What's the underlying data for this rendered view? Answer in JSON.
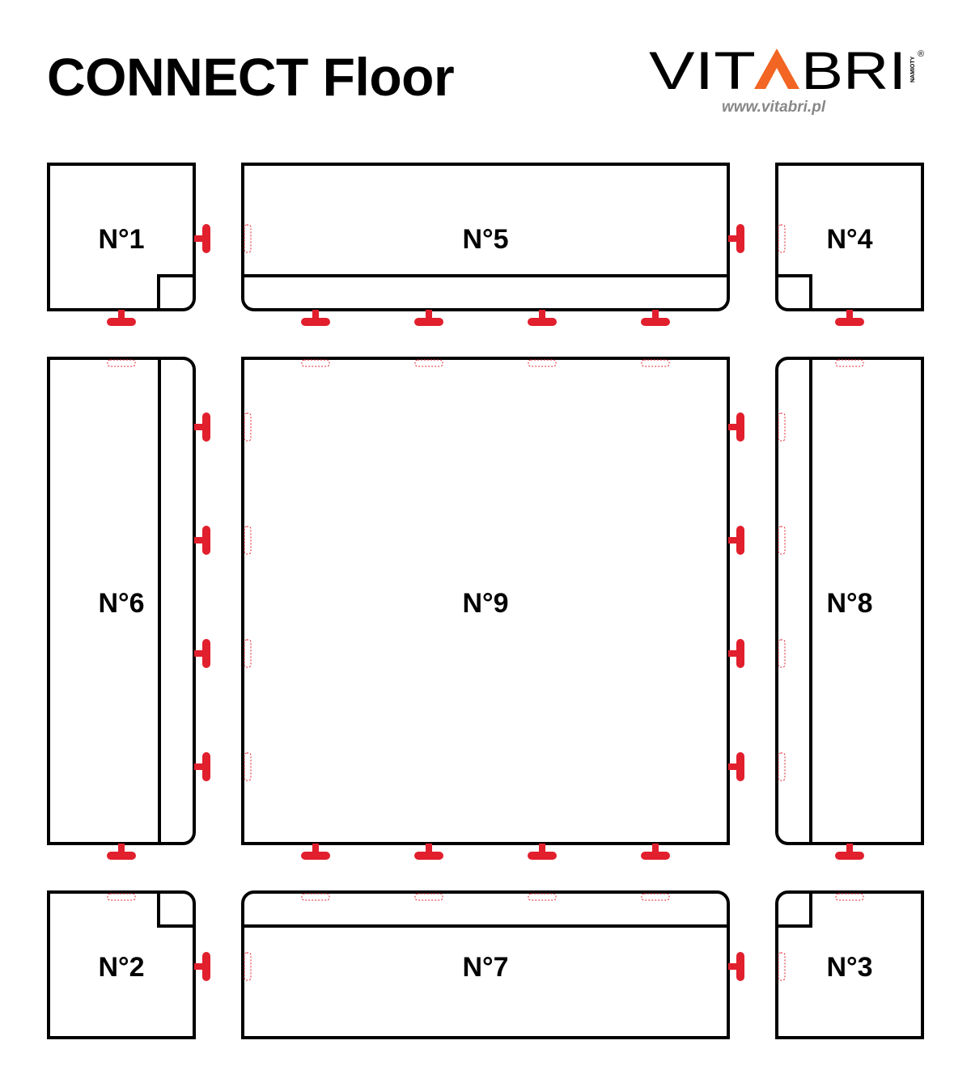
{
  "header": {
    "title": "CONNECT Floor"
  },
  "brand": {
    "logo_text_left": "VIT",
    "logo_text_right": "BRI",
    "logo_mark": "A",
    "logo_small": "NAMIOTY",
    "registered": "®",
    "url": "www.vitabri.pl",
    "accent_color": "#f26522"
  },
  "colors": {
    "outline": "#000000",
    "connector": "#e11f2d"
  },
  "tiles": [
    {
      "id": "tile-1",
      "label": "N°1"
    },
    {
      "id": "tile-5",
      "label": "N°5"
    },
    {
      "id": "tile-4",
      "label": "N°4"
    },
    {
      "id": "tile-6",
      "label": "N°6"
    },
    {
      "id": "tile-9",
      "label": "N°9"
    },
    {
      "id": "tile-8",
      "label": "N°8"
    },
    {
      "id": "tile-2",
      "label": "N°2"
    },
    {
      "id": "tile-7",
      "label": "N°7"
    },
    {
      "id": "tile-3",
      "label": "N°3"
    }
  ]
}
